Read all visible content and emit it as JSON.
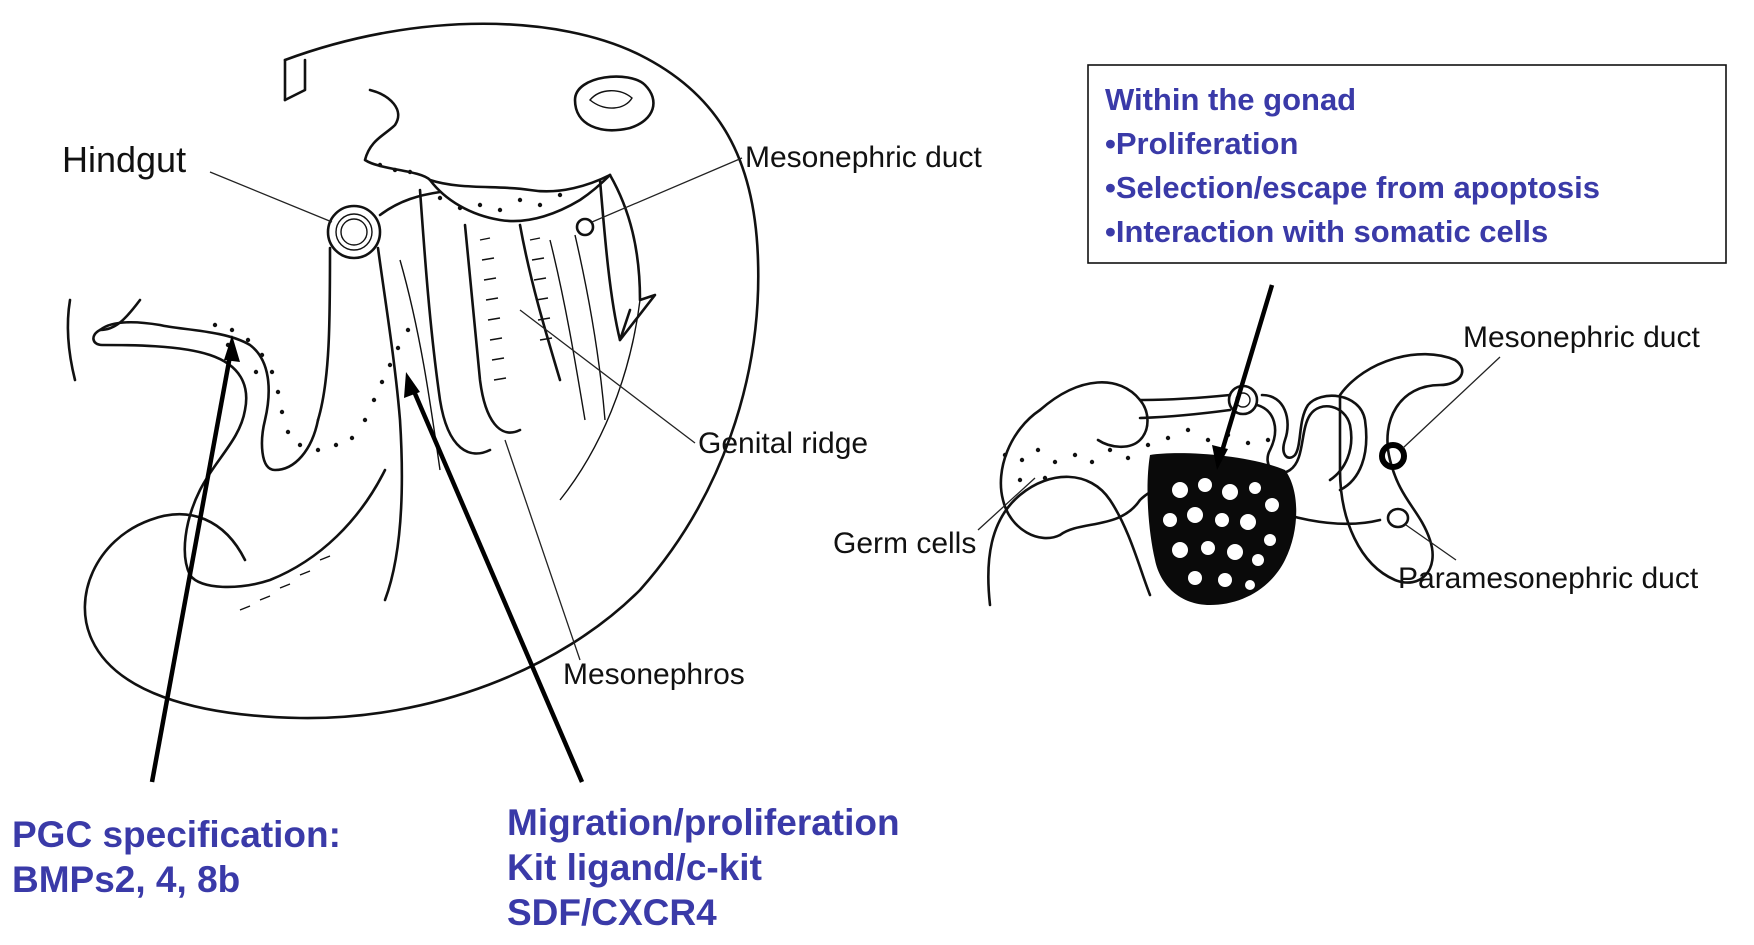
{
  "labels": {
    "hindgut": "Hindgut",
    "mesonephric_duct_left": "Mesonephric duct",
    "genital_ridge": "Genital ridge",
    "mesonephros": "Mesonephros",
    "germ_cells": "Germ cells",
    "mesonephric_duct_right": "Mesonephric duct",
    "paramesonephric_duct": "Paramesonephric duct"
  },
  "callouts": {
    "pgc": {
      "line1": "PGC specification:",
      "line2": "BMPs2, 4, 8b"
    },
    "migration": {
      "line1": "Migration/proliferation",
      "line2": "Kit ligand/c-kit",
      "line3": "SDF/CXCR4"
    },
    "gonad_box": {
      "title": "Within the gonad",
      "items": [
        "•Proliferation",
        "•Selection/escape from apoptosis",
        "•Interaction with somatic cells"
      ]
    }
  },
  "colors": {
    "accent_text": "#3a3aa8",
    "line": "#111111",
    "background": "#ffffff"
  }
}
